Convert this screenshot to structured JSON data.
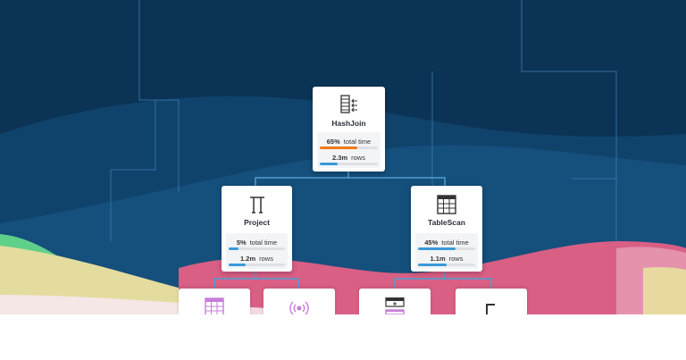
{
  "colors": {
    "background": "#0b3355",
    "connector": "#4f9fd0",
    "time_bar": "#ef7a1a",
    "rows_bar": "#3a9ad9",
    "bar_track": "#dde0e4",
    "leaf_icon": "#c77dd8"
  },
  "nodes": {
    "hashjoin": {
      "title": "HashJoin",
      "icon": "hash-join-icon",
      "time_value": "65%",
      "time_label": "total time",
      "time_fraction": 0.65,
      "rows_value": "2.3m",
      "rows_label": "rows",
      "rows_fraction": 0.3
    },
    "project": {
      "title": "Project",
      "icon": "pi-icon",
      "time_value": "5%",
      "time_label": "total time",
      "time_fraction": 0.18,
      "rows_value": "1.2m",
      "rows_label": "rows",
      "rows_fraction": 0.3
    },
    "tablescan": {
      "title": "TableScan",
      "icon": "table-icon",
      "time_value": "45%",
      "time_label": "total time",
      "time_fraction": 0.65,
      "rows_value": "1.1m",
      "rows_label": "rows",
      "rows_fraction": 0.5
    }
  },
  "leaves": [
    {
      "icon": "table-grid-icon"
    },
    {
      "icon": "broadcast-icon"
    },
    {
      "icon": "filter-box-icon"
    },
    {
      "icon": "corner-bracket-icon"
    }
  ]
}
